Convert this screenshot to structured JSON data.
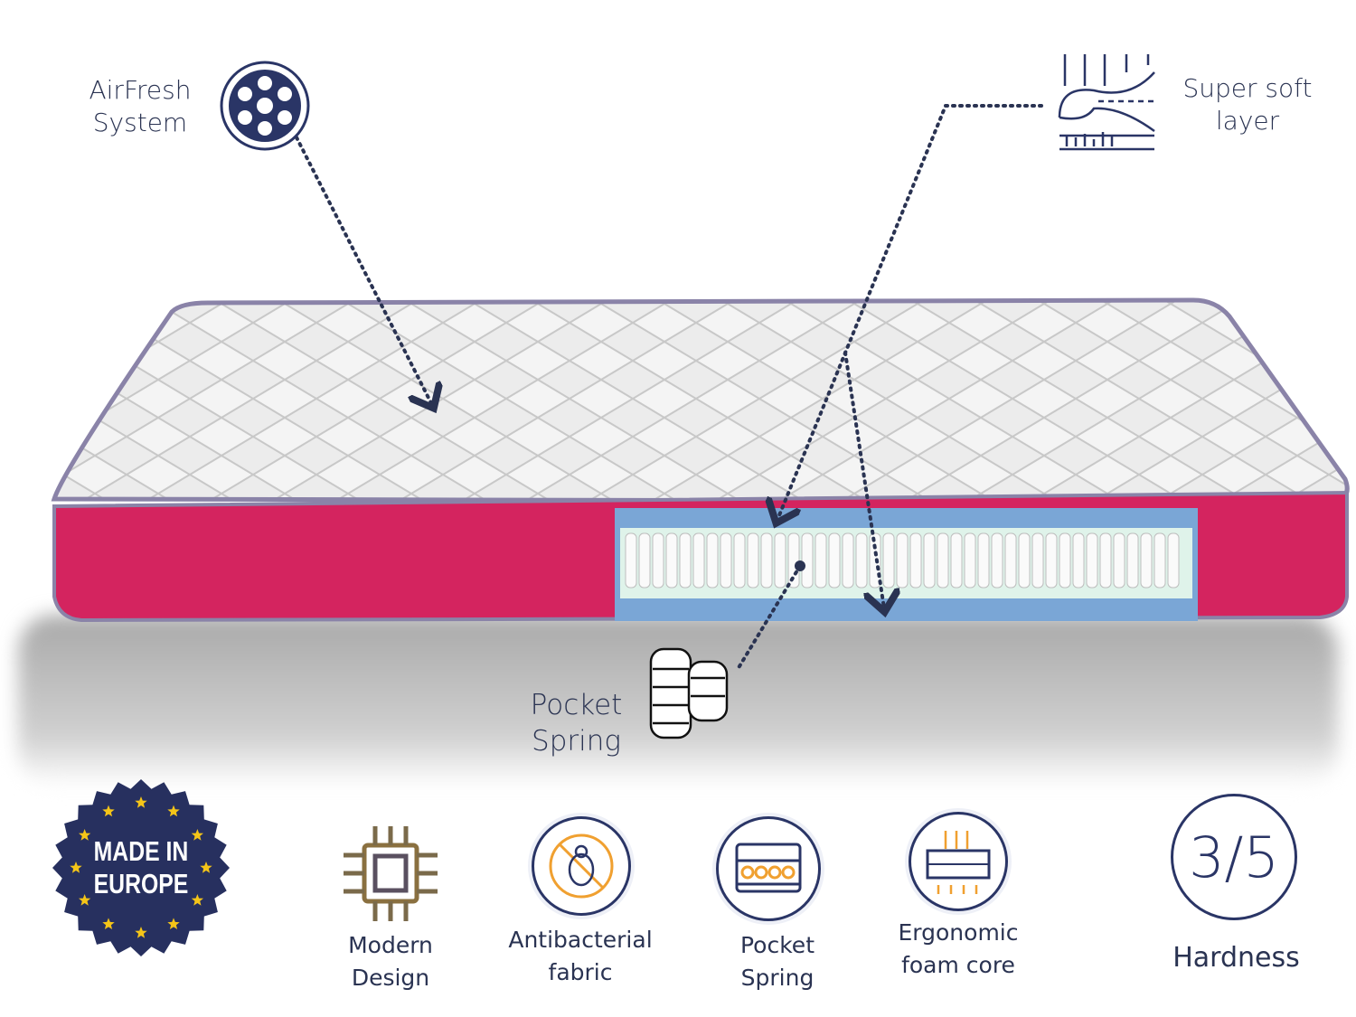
{
  "callouts": {
    "airfresh": {
      "line1": "AirFresh",
      "line2": "System"
    },
    "super_soft": {
      "line1": "Super soft",
      "line2": "layer"
    },
    "pocket_spring": {
      "line1": "Pocket",
      "line2": "Spring"
    }
  },
  "badge": {
    "line1": "MADE IN",
    "line2": "EUROPE"
  },
  "features": [
    {
      "icon": "chip-icon",
      "line1": "Modern",
      "line2": "Design"
    },
    {
      "icon": "no-bug-icon",
      "line1": "Antibacterial",
      "line2": "fabric"
    },
    {
      "icon": "pocket-spring-icon",
      "line1": "Pocket",
      "line2": "Spring"
    },
    {
      "icon": "foam-core-icon",
      "line1": "Ergonomic",
      "line2": "foam core"
    }
  ],
  "hardness": {
    "value": "3/5",
    "label": "Hardness",
    "fraction": 0.6
  },
  "colors": {
    "navy": "#2a3566",
    "pink": "#d4245f",
    "gold": "#f0b429",
    "orange": "#f0a030"
  }
}
